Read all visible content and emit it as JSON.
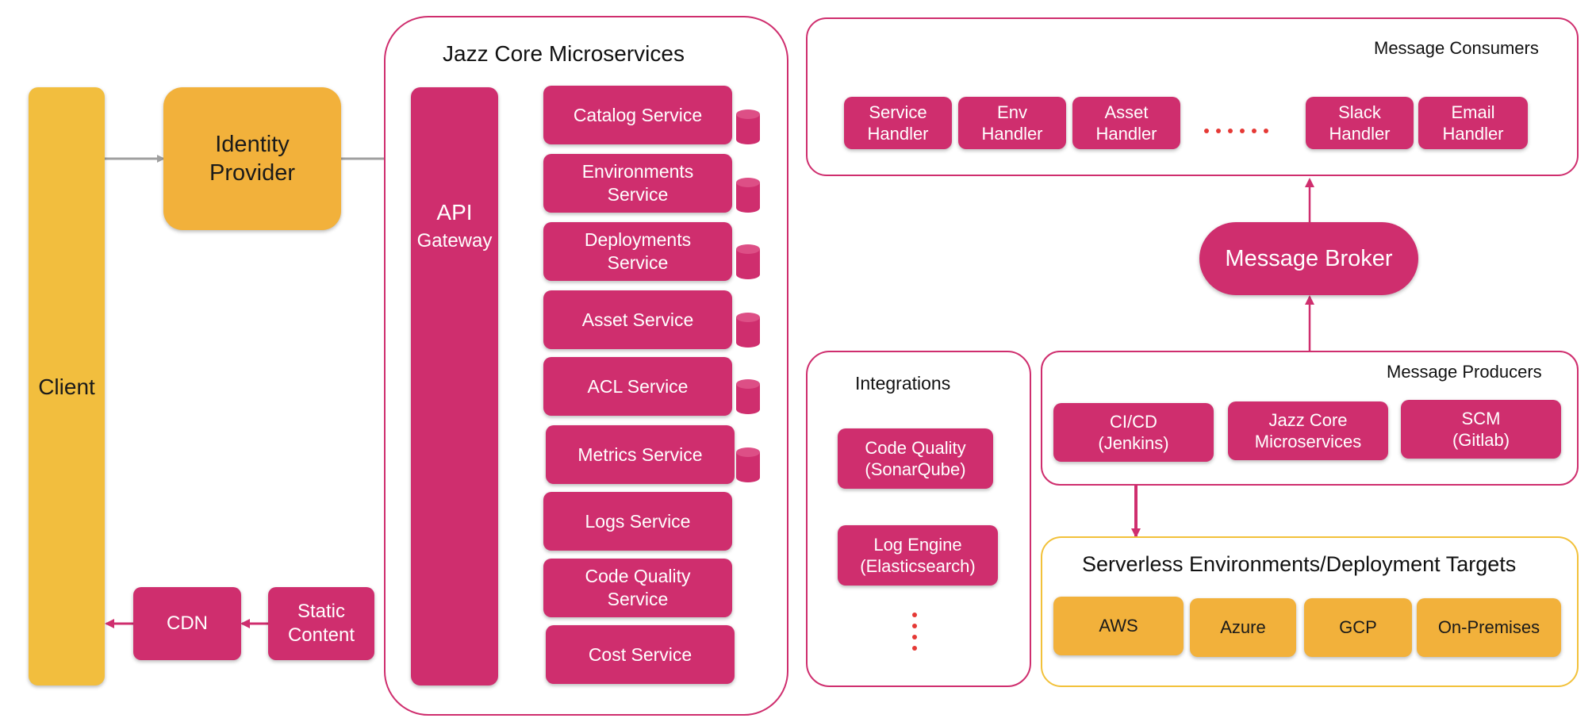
{
  "client": {
    "label": "Client"
  },
  "identity_provider": {
    "label": "Identity\nProvider"
  },
  "cdn": {
    "label": "CDN"
  },
  "static_content": {
    "label": "Static\nContent"
  },
  "core": {
    "title": "Jazz Core Microservices",
    "gateway": {
      "label": "API",
      "sublabel": "Gateway"
    },
    "services": [
      {
        "label": "Catalog Service"
      },
      {
        "label": "Environments\nService"
      },
      {
        "label": "Deployments\nService"
      },
      {
        "label": "Asset Service"
      },
      {
        "label": "ACL Service"
      },
      {
        "label": "Metrics Service"
      },
      {
        "label": "Logs Service"
      },
      {
        "label": "Code Quality\nService"
      },
      {
        "label": "Cost Service"
      }
    ]
  },
  "consumers": {
    "title": "Message Consumers",
    "handlers": [
      {
        "label": "Service\nHandler"
      },
      {
        "label": "Env\nHandler"
      },
      {
        "label": "Asset\nHandler"
      },
      {
        "label": "Slack\nHandler"
      },
      {
        "label": "Email\nHandler"
      }
    ]
  },
  "broker": {
    "label": "Message Broker"
  },
  "producers": {
    "title": "Message Producers",
    "items": [
      {
        "label": "CI/CD\n(Jenkins)"
      },
      {
        "label": "Jazz Core\nMicroservices"
      },
      {
        "label": "SCM\n(Gitlab)"
      }
    ]
  },
  "integrations": {
    "title": "Integrations",
    "items": [
      {
        "label": "Code Quality\n(SonarQube)"
      },
      {
        "label": "Log Engine\n(Elasticsearch)"
      }
    ]
  },
  "targets": {
    "title": "Serverless Environments/Deployment Targets",
    "items": [
      {
        "label": "AWS"
      },
      {
        "label": "Azure"
      },
      {
        "label": "GCP"
      },
      {
        "label": "On-Premises"
      }
    ]
  },
  "colors": {
    "primary": "#cf2e6e",
    "client": "#f2be3e",
    "identity": "#f2b13b",
    "arrow_gray": "#a0a0a0",
    "dots": "#e53935"
  }
}
